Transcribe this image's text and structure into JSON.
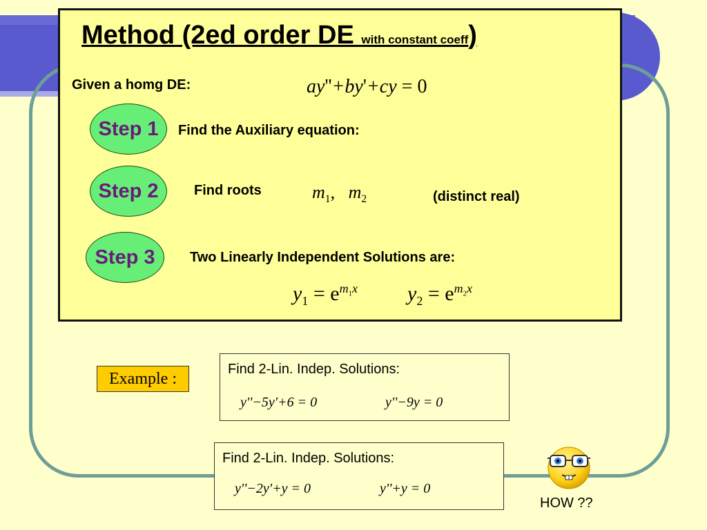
{
  "slide": {
    "title_main": "Method (2ed order DE ",
    "title_small": "with constant coeff",
    "title_close": ")",
    "given_label": "Given a homg DE:",
    "given_eq": {
      "a": "ay",
      "p1": "''",
      "b": "+by",
      "p2": "'",
      "c": "+cy",
      "eq": " = 0"
    }
  },
  "steps": [
    {
      "label": "Step 1",
      "text": "Find the Auxiliary equation:"
    },
    {
      "label": "Step 2",
      "text": "Find roots",
      "m": "m",
      "s1": "1",
      "s2": "2",
      "note": "(distinct real)"
    },
    {
      "label": "Step 3",
      "text": "Two Linearly Independent Solutions are:"
    }
  ],
  "solutions": {
    "y": "y",
    "s1": "1",
    "s2": "2",
    "eq": " = e",
    "m": "m",
    "x": "x"
  },
  "example": {
    "label": "Example :",
    "box1": {
      "heading": "Find 2-Lin. Indep. Solutions:",
      "eq1": "y''−5y'+6 = 0",
      "eq2": "y''−9y = 0"
    },
    "box2": {
      "heading": "Find 2-Lin. Indep. Solutions:",
      "eq1": "y''−2y'+y = 0",
      "eq2": "y''+y = 0"
    }
  },
  "smiley": {
    "caption": "HOW ??"
  },
  "colors": {
    "accent_blue": "#5a5acf",
    "frame_teal": "#6d9e98",
    "box_yellow": "#ffff99",
    "step_green": "#66ee77",
    "step_text": "#6a1b7a",
    "example_orange": "#ffcc00"
  }
}
